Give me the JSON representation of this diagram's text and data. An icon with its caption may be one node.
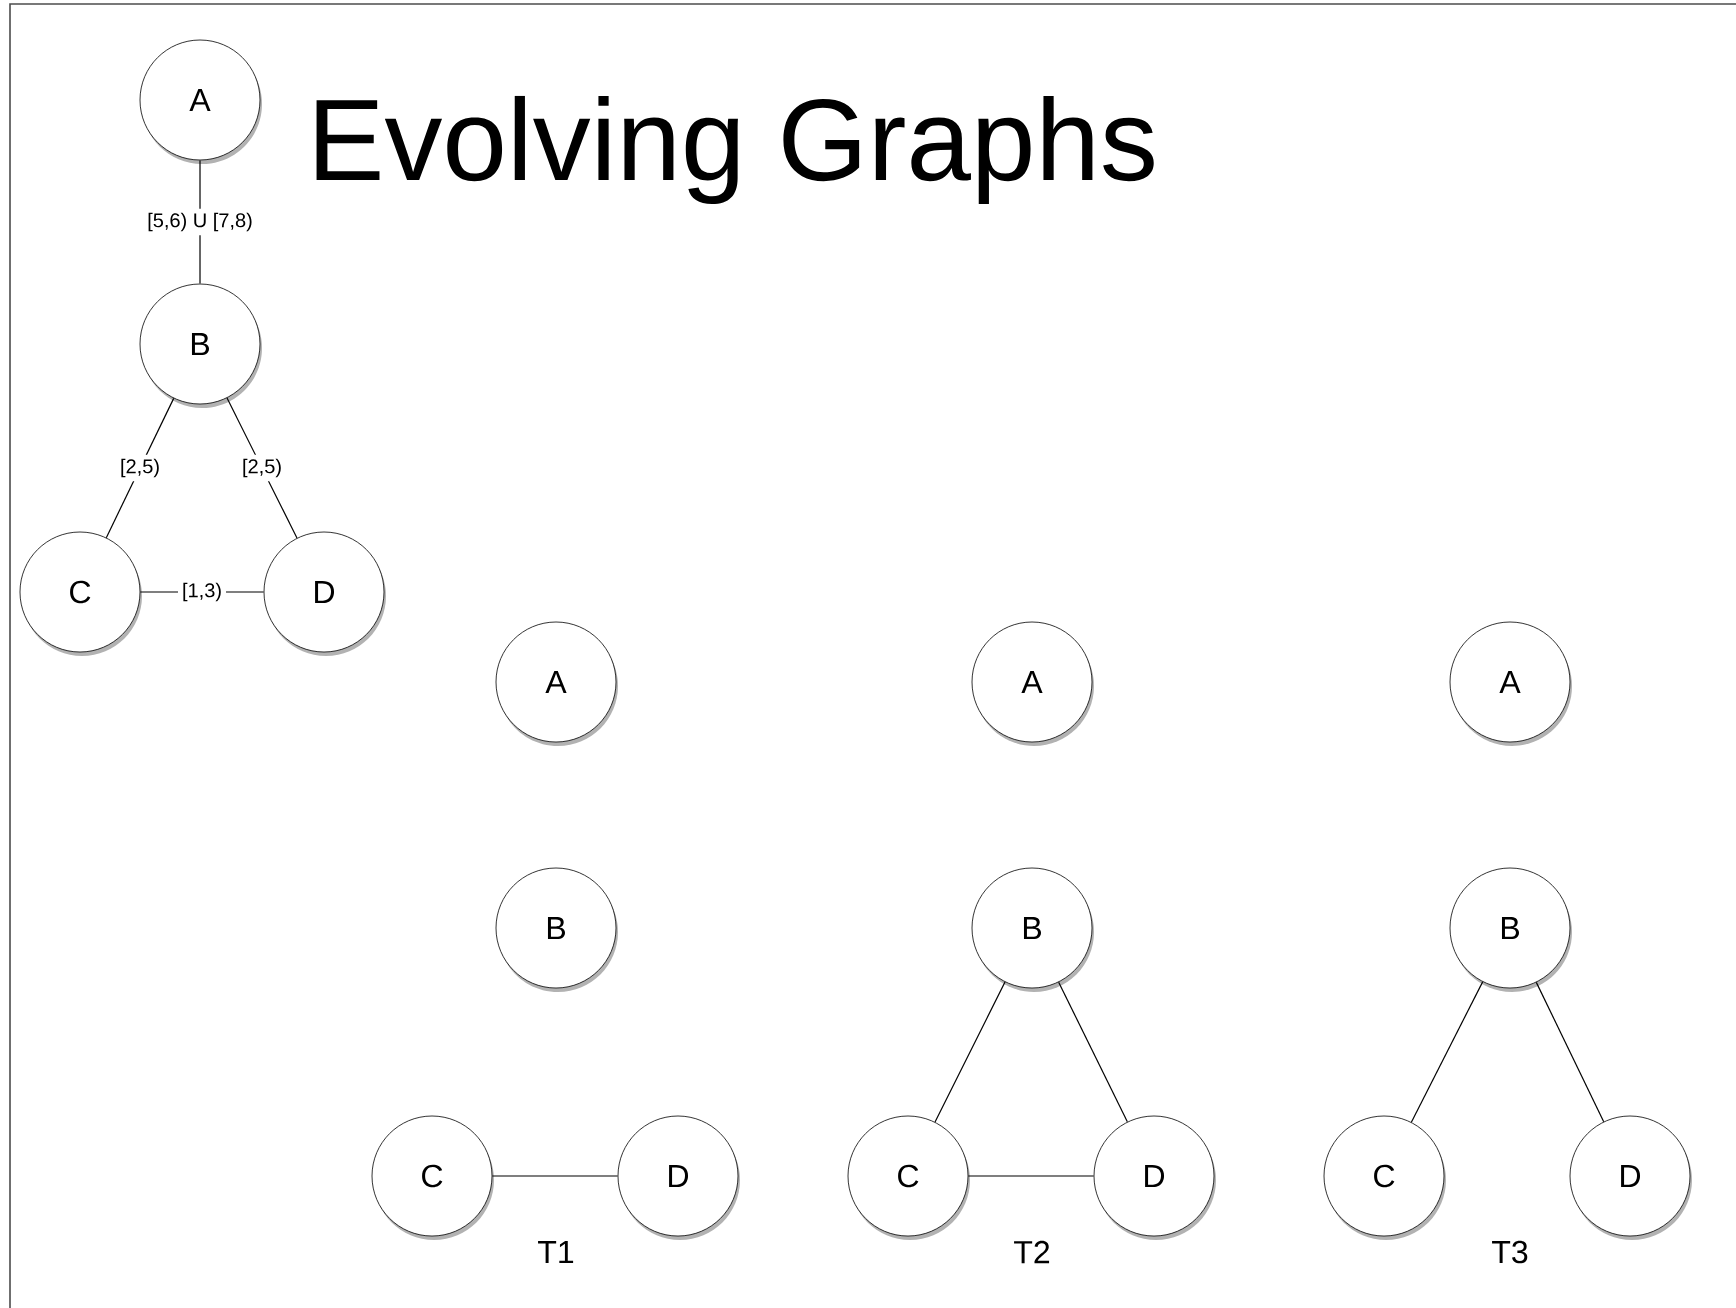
{
  "diagram": {
    "title": "Evolving Graphs",
    "nodes": [
      {
        "text": [
          "A"
        ]
      },
      {
        "text": [
          "B"
        ]
      },
      {
        "text": [
          "C"
        ]
      },
      {
        "text": [
          "D"
        ]
      },
      {
        "text": [
          "A"
        ]
      },
      {
        "text": [
          "B"
        ]
      },
      {
        "text": [
          "C"
        ]
      },
      {
        "text": [
          "D"
        ]
      },
      {
        "text": [
          "A"
        ]
      },
      {
        "text": [
          "B"
        ]
      },
      {
        "text": [
          "C"
        ]
      },
      {
        "text": [
          "D"
        ]
      },
      {
        "text": [
          "A"
        ]
      },
      {
        "text": [
          "B"
        ]
      },
      {
        "text": [
          "C"
        ]
      },
      {
        "text": [
          "D"
        ]
      }
    ],
    "edges": [
      {
        "from": 0,
        "to": 1,
        "arrow": "none",
        "label": "[5,6) U [7,8)"
      },
      {
        "from": 1,
        "to": 2,
        "arrow": "none",
        "label": "[2,5)"
      },
      {
        "from": 1,
        "to": 3,
        "arrow": "none",
        "label": "[2,5)"
      },
      {
        "from": 2,
        "to": 3,
        "arrow": "none",
        "label": "[1,3)"
      },
      {
        "from": 6,
        "to": 7,
        "arrow": "none"
      },
      {
        "from": 9,
        "to": 10,
        "arrow": "none"
      },
      {
        "from": 9,
        "to": 11,
        "arrow": "none"
      },
      {
        "from": 10,
        "to": 11,
        "arrow": "none"
      },
      {
        "from": 13,
        "to": 14,
        "arrow": "none"
      },
      {
        "from": 13,
        "to": 15,
        "arrow": "none"
      }
    ],
    "labels": [
      "T1",
      "T2",
      "T3"
    ]
  }
}
